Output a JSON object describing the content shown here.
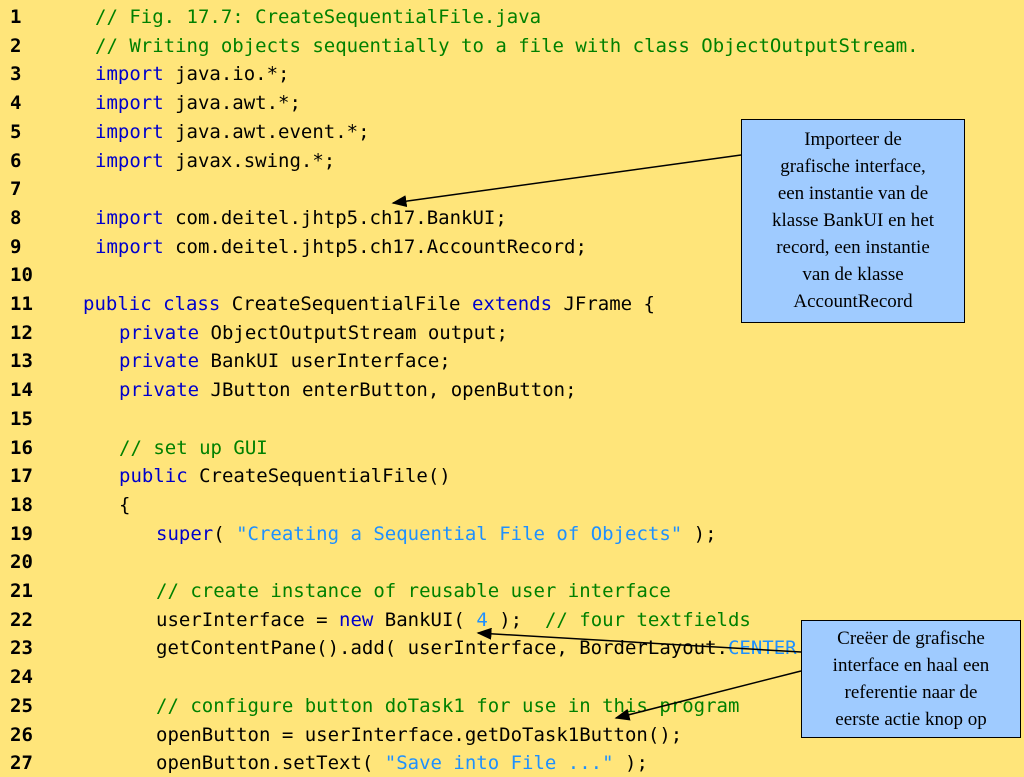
{
  "code_lines": [
    {
      "num": "1",
      "indent": 95,
      "tokens": [
        [
          "cm",
          "// Fig. 17.7: CreateSequentialFile.java"
        ]
      ]
    },
    {
      "num": "2",
      "indent": 95,
      "tokens": [
        [
          "cm",
          "// Writing objects sequentially to a file with class ObjectOutputStream."
        ]
      ]
    },
    {
      "num": "3",
      "indent": 95,
      "tokens": [
        [
          "kw",
          "import"
        ],
        [
          "",
          " java.io.*;"
        ]
      ]
    },
    {
      "num": "4",
      "indent": 95,
      "tokens": [
        [
          "kw",
          "import"
        ],
        [
          "",
          " java.awt.*;"
        ]
      ]
    },
    {
      "num": "5",
      "indent": 95,
      "tokens": [
        [
          "kw",
          "import"
        ],
        [
          "",
          " java.awt.event.*;"
        ]
      ]
    },
    {
      "num": "6",
      "indent": 95,
      "tokens": [
        [
          "kw",
          "import"
        ],
        [
          "",
          " javax.swing.*;"
        ]
      ]
    },
    {
      "num": "7",
      "indent": 95,
      "tokens": []
    },
    {
      "num": "8",
      "indent": 95,
      "tokens": [
        [
          "kw",
          "import"
        ],
        [
          "",
          " com.deitel.jhtp5.ch17.BankUI;"
        ]
      ]
    },
    {
      "num": "9",
      "indent": 95,
      "tokens": [
        [
          "kw",
          "import"
        ],
        [
          "",
          " com.deitel.jhtp5.ch17.AccountRecord;"
        ]
      ]
    },
    {
      "num": "10",
      "indent": 95,
      "tokens": []
    },
    {
      "num": "11",
      "indent": 83,
      "tokens": [
        [
          "kw",
          "public class"
        ],
        [
          "",
          " CreateSequentialFile "
        ],
        [
          "kw",
          "extends"
        ],
        [
          "",
          " JFrame {"
        ]
      ]
    },
    {
      "num": "12",
      "indent": 119,
      "tokens": [
        [
          "kw",
          "private"
        ],
        [
          "",
          " ObjectOutputStream output;"
        ]
      ]
    },
    {
      "num": "13",
      "indent": 119,
      "tokens": [
        [
          "kw",
          "private"
        ],
        [
          "",
          " BankUI userInterface;"
        ]
      ]
    },
    {
      "num": "14",
      "indent": 119,
      "tokens": [
        [
          "kw",
          "private"
        ],
        [
          "",
          " JButton enterButton, openButton;"
        ]
      ]
    },
    {
      "num": "15",
      "indent": 119,
      "tokens": []
    },
    {
      "num": "16",
      "indent": 119,
      "tokens": [
        [
          "cm",
          "// set up GUI"
        ]
      ]
    },
    {
      "num": "17",
      "indent": 119,
      "tokens": [
        [
          "kw",
          "public"
        ],
        [
          "",
          " CreateSequentialFile()"
        ]
      ]
    },
    {
      "num": "18",
      "indent": 119,
      "tokens": [
        [
          "",
          "{"
        ]
      ]
    },
    {
      "num": "19",
      "indent": 156,
      "tokens": [
        [
          "kw",
          "super"
        ],
        [
          "",
          "( "
        ],
        [
          "str",
          "\"Creating a Sequential File of Objects\""
        ],
        [
          "",
          " );"
        ]
      ]
    },
    {
      "num": "20",
      "indent": 156,
      "tokens": []
    },
    {
      "num": "21",
      "indent": 156,
      "tokens": [
        [
          "cm",
          "// create instance of reusable user interface"
        ]
      ]
    },
    {
      "num": "22",
      "indent": 156,
      "tokens": [
        [
          "",
          "userInterface = "
        ],
        [
          "kw",
          "new"
        ],
        [
          "",
          " BankUI( "
        ],
        [
          "str",
          "4"
        ],
        [
          "",
          " );  "
        ],
        [
          "cm",
          "// four textfields"
        ]
      ]
    },
    {
      "num": "23",
      "indent": 156,
      "tokens": [
        [
          "",
          "getContentPane().add( userInterface, BorderLayout."
        ],
        [
          "str",
          "CENTER"
        ],
        [
          "",
          " );"
        ]
      ]
    },
    {
      "num": "24",
      "indent": 156,
      "tokens": []
    },
    {
      "num": "25",
      "indent": 156,
      "tokens": [
        [
          "cm",
          "// configure button doTask1 for use in this program"
        ]
      ]
    },
    {
      "num": "26",
      "indent": 156,
      "tokens": [
        [
          "",
          "openButton = userInterface.getDoTask1Button();"
        ]
      ]
    },
    {
      "num": "27",
      "indent": 156,
      "tokens": [
        [
          "",
          "openButton.setText( "
        ],
        [
          "str",
          "\"Save into File ...\""
        ],
        [
          "",
          " );"
        ]
      ]
    }
  ],
  "callouts": {
    "top": {
      "lines": [
        "Importeer de",
        "grafische interface,",
        "een instantie van de",
        "klasse BankUI en het",
        "record, een instantie",
        "van de klasse",
        "AccountRecord"
      ]
    },
    "bottom": {
      "lines": [
        "Creëer de grafische",
        "interface en haal een",
        "referentie naar de",
        "eerste actie knop op"
      ]
    }
  },
  "colors": {
    "background": "#FFE57A",
    "keyword": "#0000CC",
    "comment": "#008000",
    "string": "#1E90FF",
    "callout": "#9FCBFF"
  }
}
